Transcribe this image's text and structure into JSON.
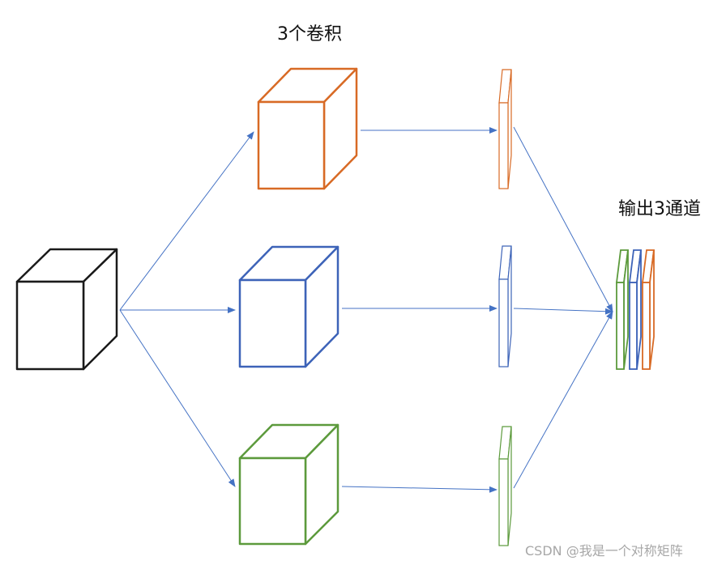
{
  "labels": {
    "kernels_title": "3个卷积",
    "output_title": "输出3通道"
  },
  "watermark": "CSDN @我是一个对称矩阵",
  "colors": {
    "input": "#1a1a1a",
    "kernel_1": "#d86a25",
    "kernel_2": "#3d63b8",
    "kernel_3": "#5c9a3c",
    "arrow": "#4472c4"
  }
}
